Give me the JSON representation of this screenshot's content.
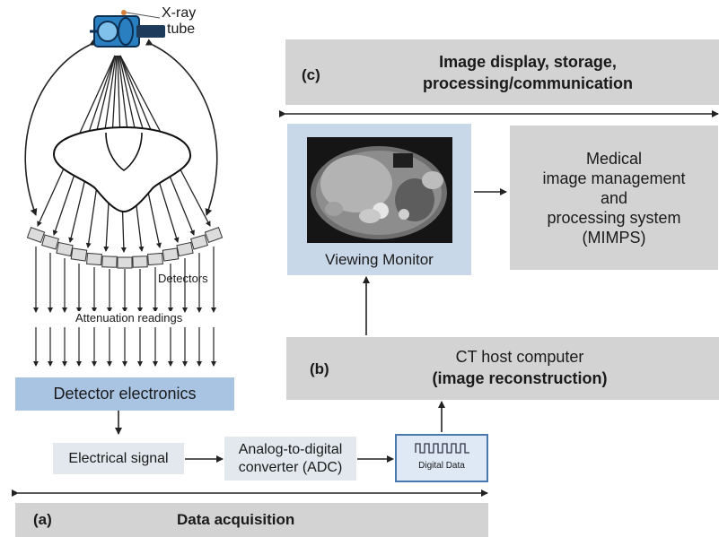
{
  "xray_label_line1": "X-ray",
  "xray_label_line2": "tube",
  "detectors_label": "Detectors",
  "attenuation_label": "Attenuation readings",
  "detector_electronics": "Detector electronics",
  "electrical_signal": "Electrical signal",
  "adc_line1": "Analog-to-digital",
  "adc_line2": "converter (ADC)",
  "digital_data": "Digital Data",
  "section_a_letter": "(a)",
  "section_a_title": "Data acquisition",
  "section_b_letter": "(b)",
  "section_b_line1": "CT host computer",
  "section_b_line2": "(image reconstruction)",
  "section_c_letter": "(c)",
  "section_c_line1": "Image display, storage,",
  "section_c_line2": "processing/communication",
  "viewing_monitor": "Viewing Monitor",
  "mimps_line1": "Medical",
  "mimps_line2": "image management",
  "mimps_line3": "and",
  "mimps_line4": "processing system",
  "mimps_line5": "(MIMPS)",
  "colors": {
    "grey_box": "#d3d3d3",
    "blue_box": "#a9c4e2",
    "monitor_frame": "#c9d8e8",
    "tube_blue": "#2a7fc0"
  }
}
